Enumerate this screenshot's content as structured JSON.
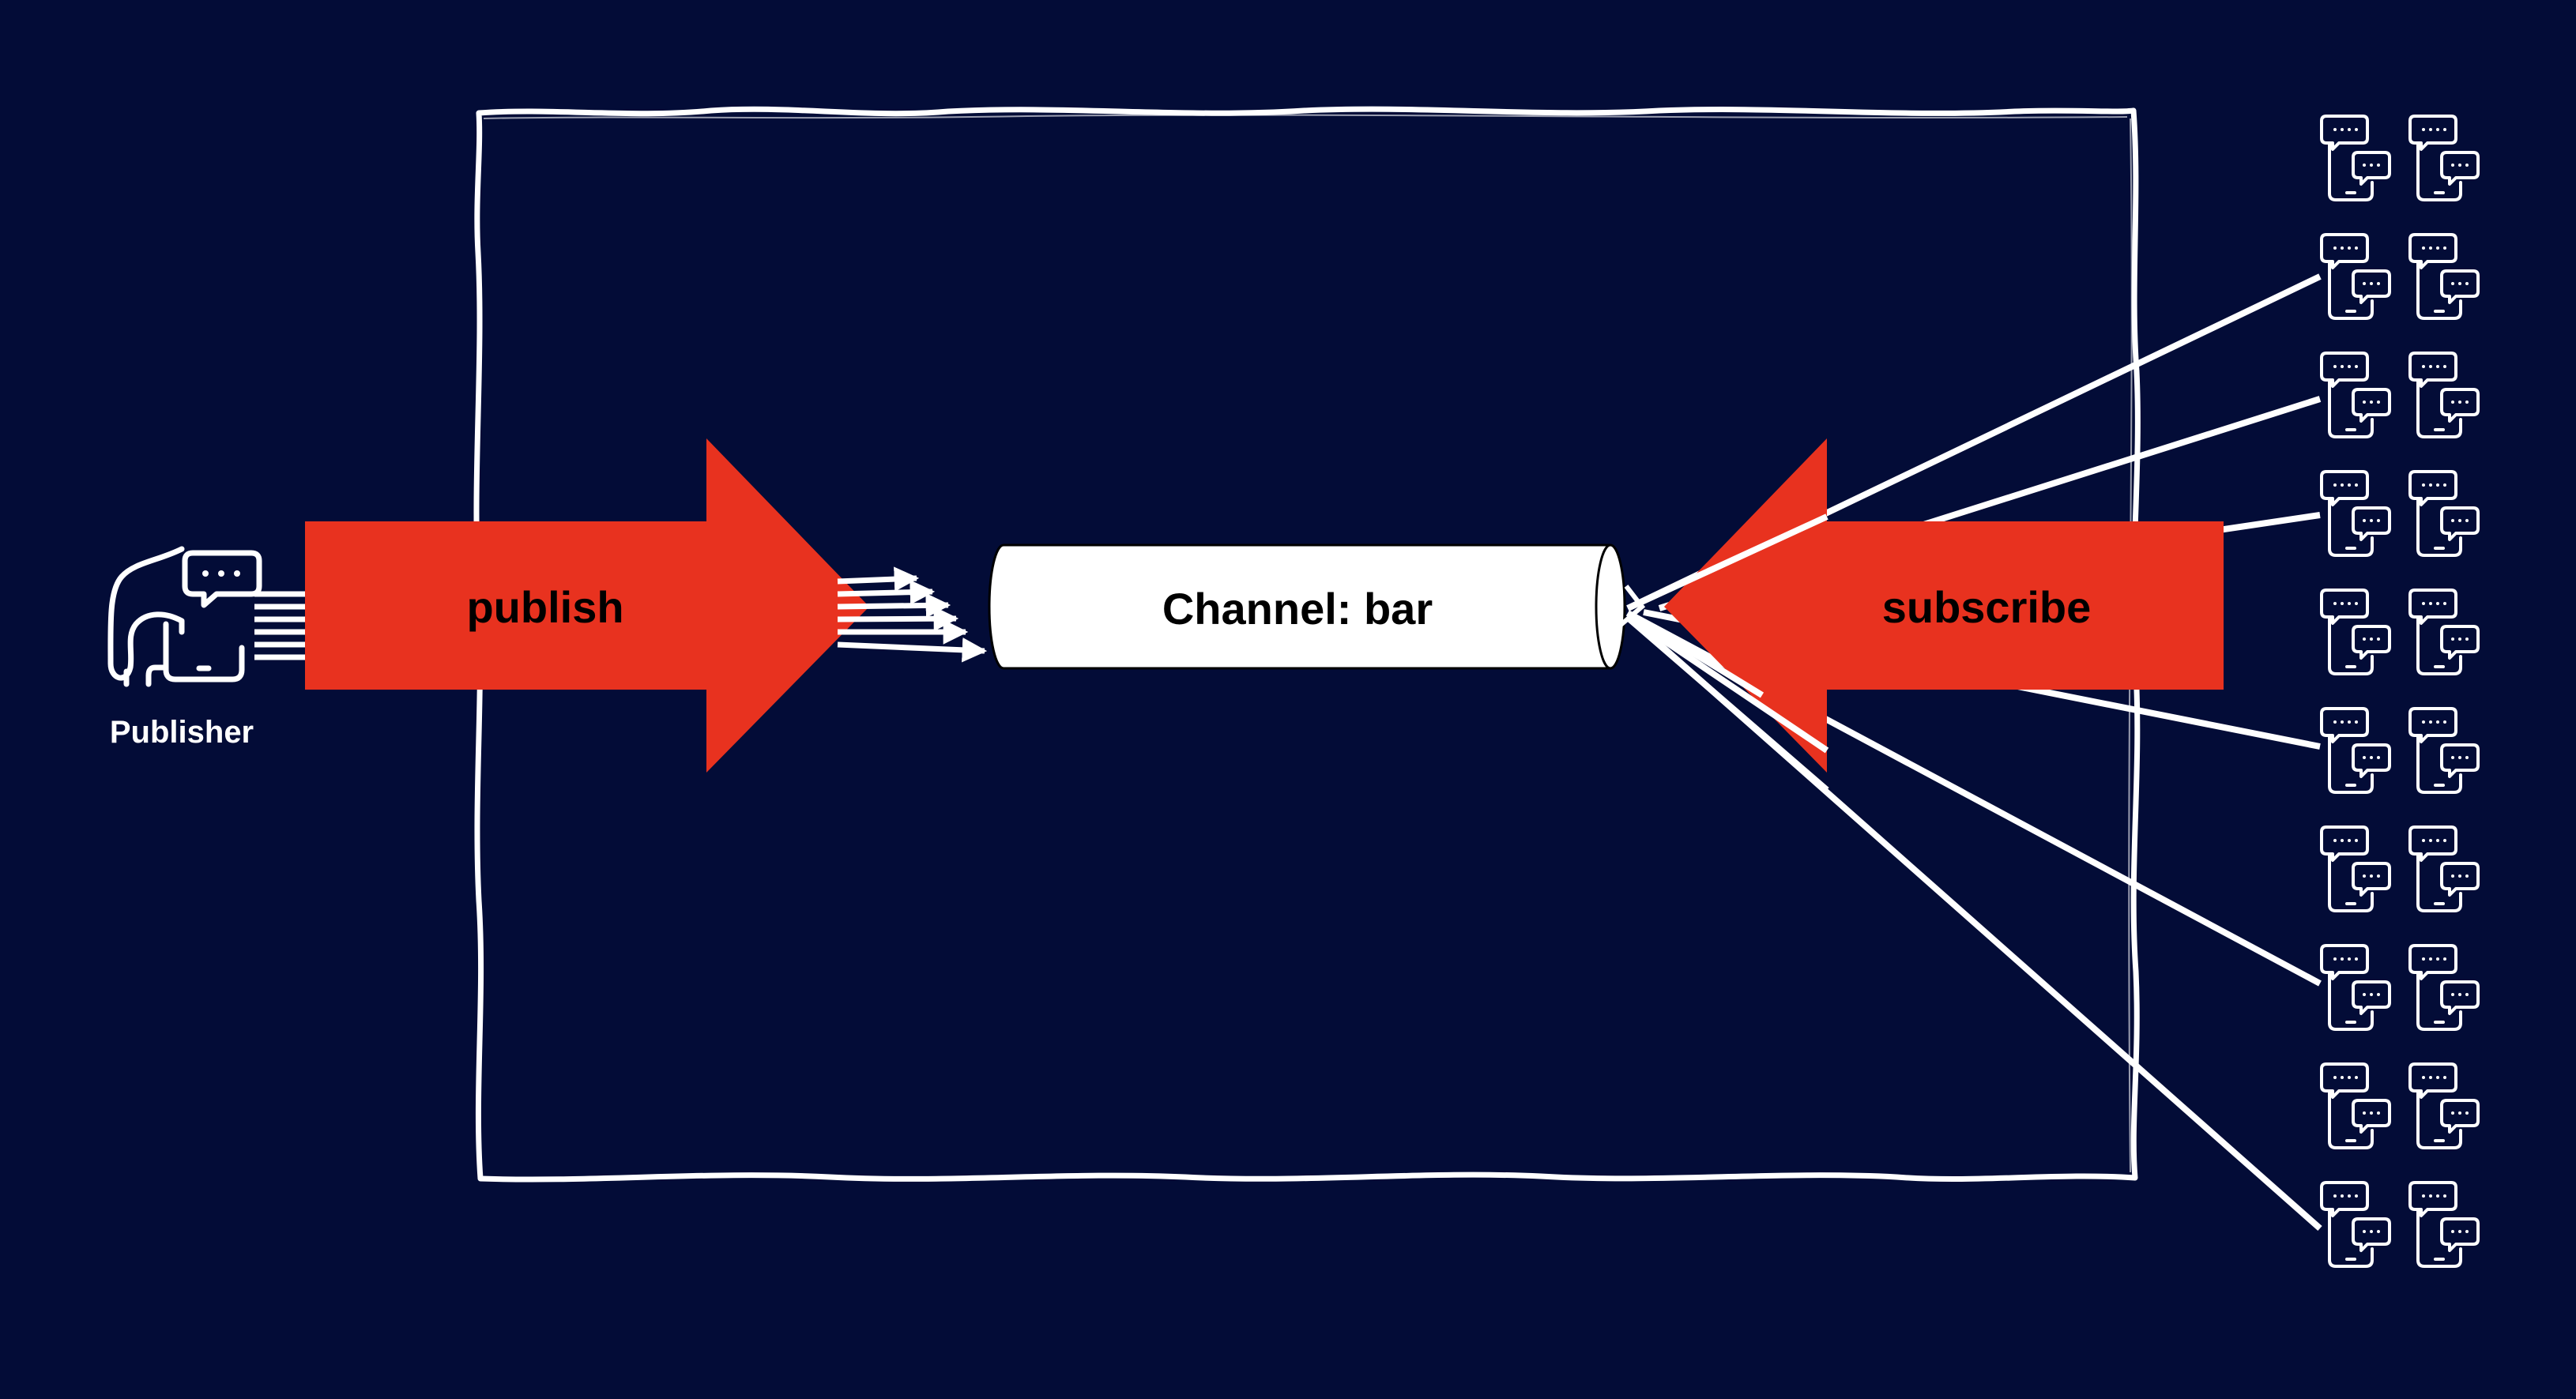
{
  "colors": {
    "background": "#030c37",
    "stroke": "#ffffff",
    "arrow": "#e8321f",
    "channel_fill": "#ffffff",
    "label_on_arrow": "#000000"
  },
  "publisher": {
    "label": "Publisher",
    "icon": "person-phone-chat-icon"
  },
  "publish_arrow": {
    "label": "publish"
  },
  "channel": {
    "label": "Channel: bar"
  },
  "subscribe_arrow": {
    "label": "subscribe"
  },
  "subscribers": {
    "icon": "phone-chat-icon",
    "rows": 10,
    "per_row": 2
  }
}
